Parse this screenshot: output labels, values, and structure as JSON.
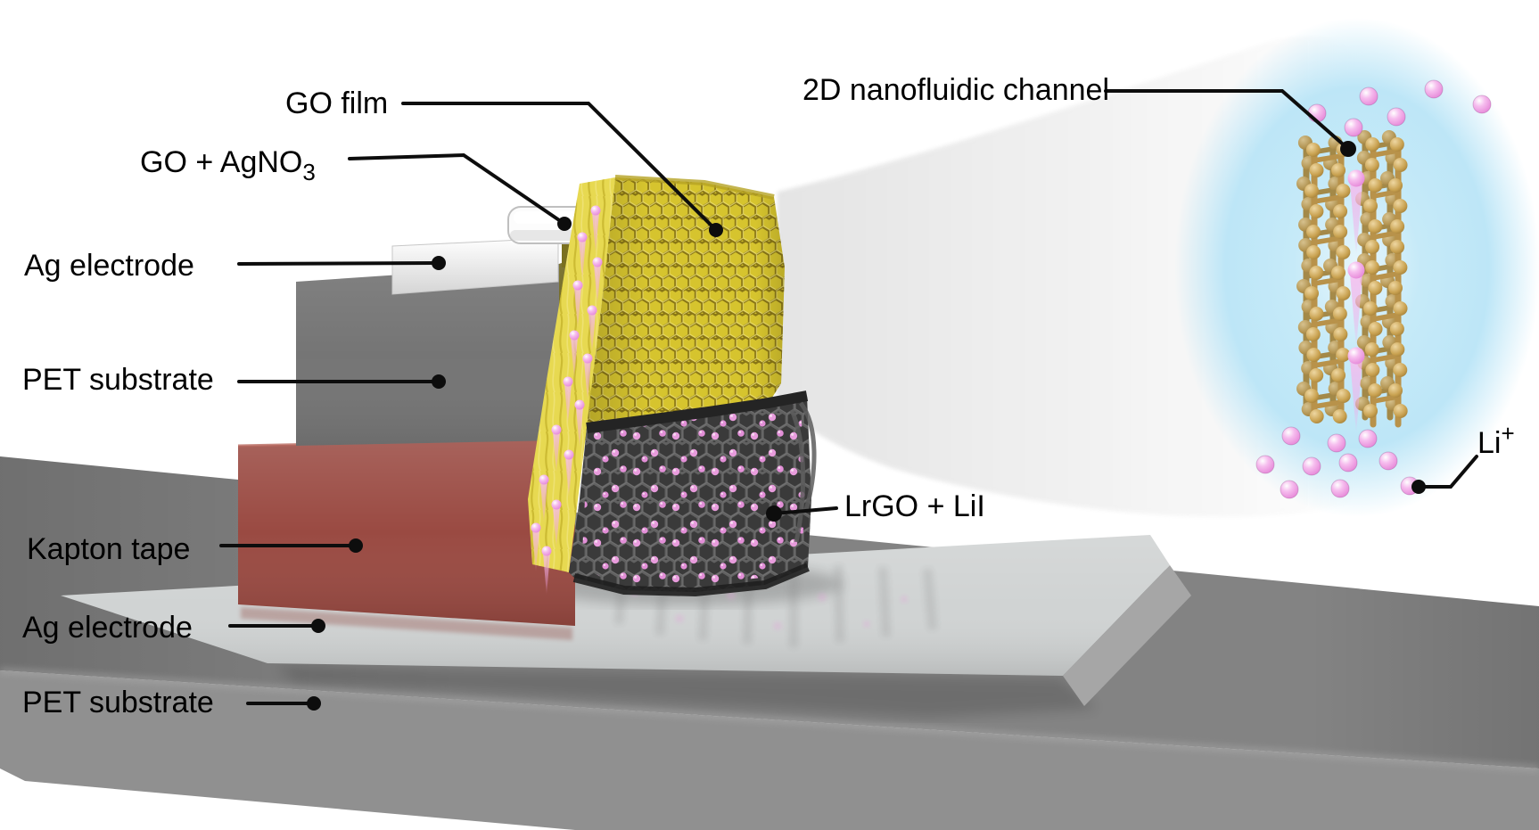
{
  "labels": {
    "go_film": "GO film",
    "go_agno3_base": "GO + AgNO",
    "go_agno3_sub": "3",
    "ag_electrode_top": "Ag electrode",
    "pet_substrate_top": "PET substrate",
    "kapton_tape": "Kapton tape",
    "ag_electrode_bottom": "Ag electrode",
    "pet_substrate_bottom": "PET substrate",
    "nanochannel": "2D nanofluidic channel",
    "lrgo_lii": "LrGO + LiI",
    "li_base": "Li",
    "li_sup": "+"
  },
  "colors": {
    "background": "#ffffff",
    "substrate_top": "#838383",
    "substrate_front": "#909090",
    "ag_strip": "#d0d3d3",
    "ag_strip_bevel": "#a6a6a6",
    "kapton_red": "#9a4a42",
    "pet_box_gray": "#757575",
    "go_side_olive": "#6e651d",
    "ag_slab_white": "#eeeeee",
    "go_bar_white": "#fcfcfc",
    "go_film_yellow": "#d6c42e",
    "go_ribbon_yellow": "#e7d951",
    "lrgo_dark": "#3a3a3a",
    "ion_pink": "#f2a6e8",
    "gold_atom": "#c9a251",
    "glow_blue": "#bfe7f7",
    "label_black": "#000000"
  }
}
